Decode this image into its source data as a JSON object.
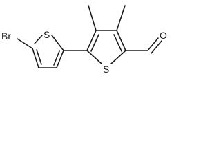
{
  "molecule": {
    "atoms": {
      "bromine": "Br",
      "sulfur_left": "S",
      "sulfur_right": "S",
      "oxygen": "O"
    }
  },
  "colors": {
    "line": "#1a1a1a",
    "background": "#ffffff"
  }
}
